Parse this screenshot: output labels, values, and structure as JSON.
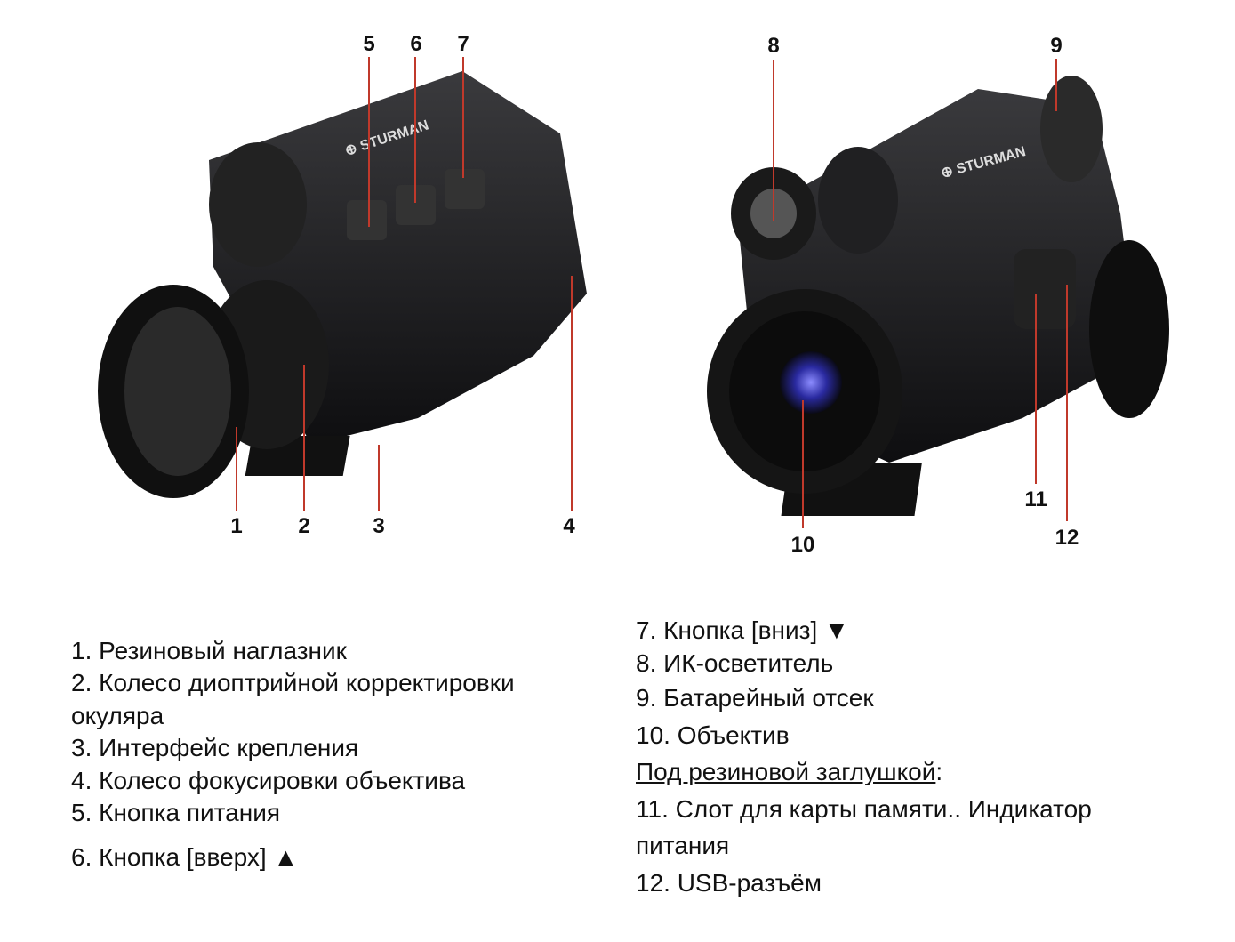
{
  "brand": "STURMAN",
  "callouts": [
    "1",
    "2",
    "3",
    "4",
    "5",
    "6",
    "7",
    "8",
    "9",
    "10",
    "11",
    "12"
  ],
  "legend_left": [
    "1. Резиновый наглазник",
    "2. Колесо диоптрийной корректировки",
    "окуляра",
    "3. Интерфейс крепления",
    "4. Колесо фокусировки объектива",
    "5. Кнопка питания",
    "6. Кнопка [вверх] ▲"
  ],
  "legend_right": {
    "item7": "7. Кнопка [вниз] ▼",
    "item8": "8. ИК-осветитель",
    "item9": "9. Батарейный отсек",
    "item10": "10. Объектив",
    "under_cap": "Под резиновой заглушкой",
    "under_cap_suffix": ":",
    "item11a": "11. Слот для карты памяти.. Индикатор",
    "item11b": "питания",
    "item12": "12. USB-разъём"
  },
  "colors": {
    "leader": "#c0392b",
    "device": "#1c1c1e"
  }
}
